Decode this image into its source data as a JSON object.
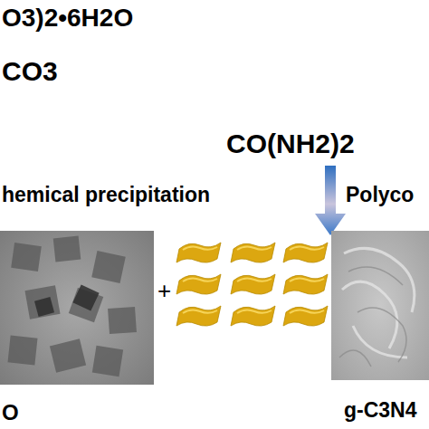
{
  "diagram": {
    "labels": [
      "O3)2•6H2O",
      "CO3",
      "CO(NH2)2",
      "hemical precipitation",
      "Polyco",
      "+",
      "O",
      "g-C3N4"
    ]
  }
}
